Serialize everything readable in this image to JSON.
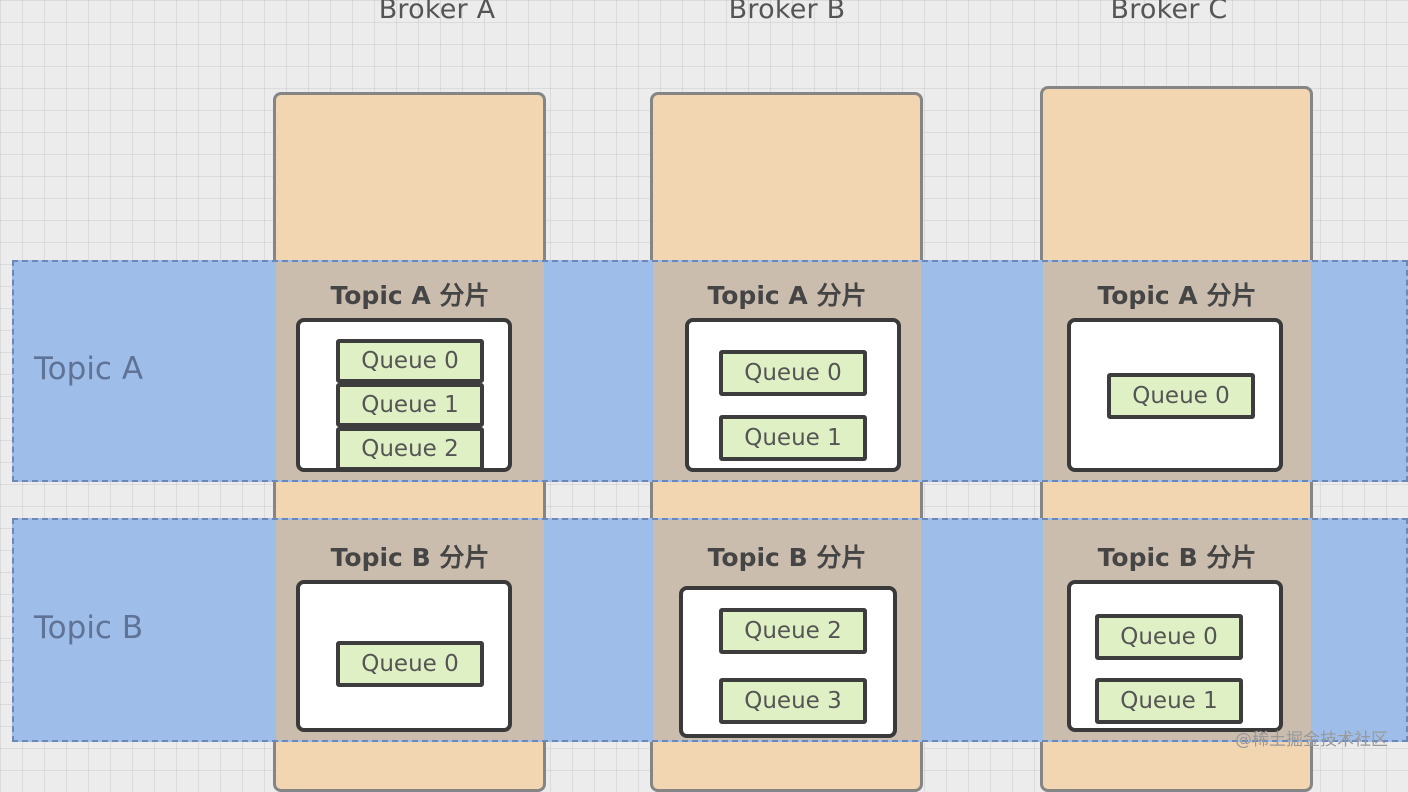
{
  "brokers": [
    "Broker A",
    "Broker B",
    "Broker C"
  ],
  "topics": [
    "Topic A",
    "Topic B"
  ],
  "shards": {
    "topic_a": {
      "broker_a": {
        "title": "Topic A 分片",
        "queues": [
          "Queue 0",
          "Queue 1",
          "Queue 2"
        ]
      },
      "broker_b": {
        "title": "Topic A 分片",
        "queues": [
          "Queue 0",
          "Queue 1"
        ]
      },
      "broker_c": {
        "title": "Topic A 分片",
        "queues": [
          "Queue 0"
        ]
      }
    },
    "topic_b": {
      "broker_a": {
        "title": "Topic B 分片",
        "queues": [
          "Queue 0"
        ]
      },
      "broker_b": {
        "title": "Topic B 分片",
        "queues": [
          "Queue 2",
          "Queue 3"
        ]
      },
      "broker_c": {
        "title": "Topic B 分片",
        "queues": [
          "Queue 0",
          "Queue 1"
        ]
      }
    }
  },
  "watermark": "@稀土掘金技术社区",
  "colors": {
    "broker_fill": "#f2d6b1",
    "topic_band_fill": "#9fbde9",
    "shard_fill": "#cbbdae",
    "queue_fill": "#dff0c4"
  }
}
